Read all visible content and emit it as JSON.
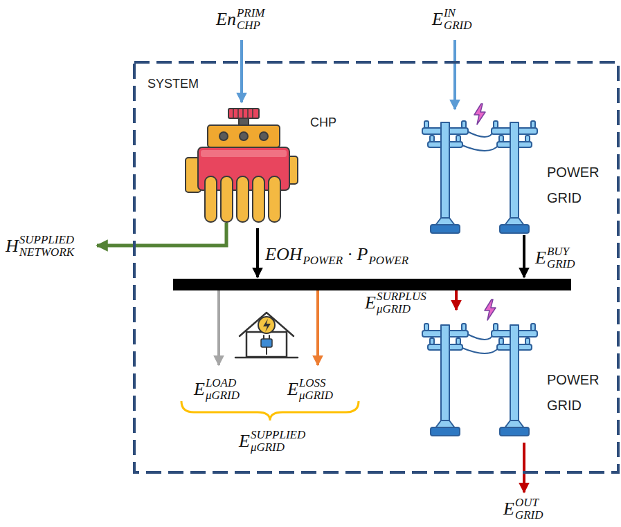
{
  "diagram": {
    "nodes": [
      {
        "text": [
          "SYSTEM"
        ]
      },
      {
        "text": [
          "CHP"
        ],
        "in": 0
      },
      {
        "text": [
          "POWER GRID"
        ],
        "in": 0
      },
      {
        "text": [
          "POWER GRID"
        ],
        "in": 0
      }
    ],
    "labels": [
      "En",
      "PRIM",
      "CHP",
      "E",
      "IN",
      "GRID",
      "H",
      "SUPPLIED",
      "NETWORK",
      "EOH",
      "POWER",
      "·",
      "P",
      "POWER",
      "E",
      "BUY",
      "GRID",
      "E",
      "SURPLUS",
      "μGRID",
      "E",
      "LOAD",
      "μGRID",
      "E",
      "LOSS",
      "μGRID",
      "E",
      "SUPPLIED",
      "μGRID",
      "E",
      "OUT",
      "GRID"
    ]
  }
}
